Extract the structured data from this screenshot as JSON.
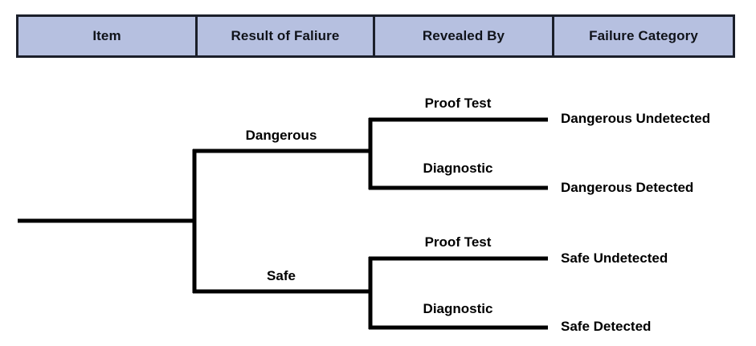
{
  "header": {
    "columns": [
      {
        "label": "Item"
      },
      {
        "label": "Result of Faliure"
      },
      {
        "label": "Revealed By"
      },
      {
        "label": "Failure Category"
      }
    ],
    "fill_color": "#b6c0e0",
    "border_color": "#1b1f2a"
  },
  "diagram": {
    "type": "tree",
    "line_color": "#000000",
    "root": {
      "label": ""
    },
    "level1": [
      {
        "label": "Dangerous"
      },
      {
        "label": "Safe"
      }
    ],
    "level2": [
      {
        "label": "Proof Test",
        "parent": "Dangerous"
      },
      {
        "label": "Diagnostic",
        "parent": "Dangerous"
      },
      {
        "label": "Proof Test",
        "parent": "Safe"
      },
      {
        "label": "Diagnostic",
        "parent": "Safe"
      }
    ],
    "leaves": [
      {
        "label": "Dangerous Undetected"
      },
      {
        "label": "Dangerous Detected"
      },
      {
        "label": "Safe Undetected"
      },
      {
        "label": "Safe Detected"
      }
    ]
  }
}
